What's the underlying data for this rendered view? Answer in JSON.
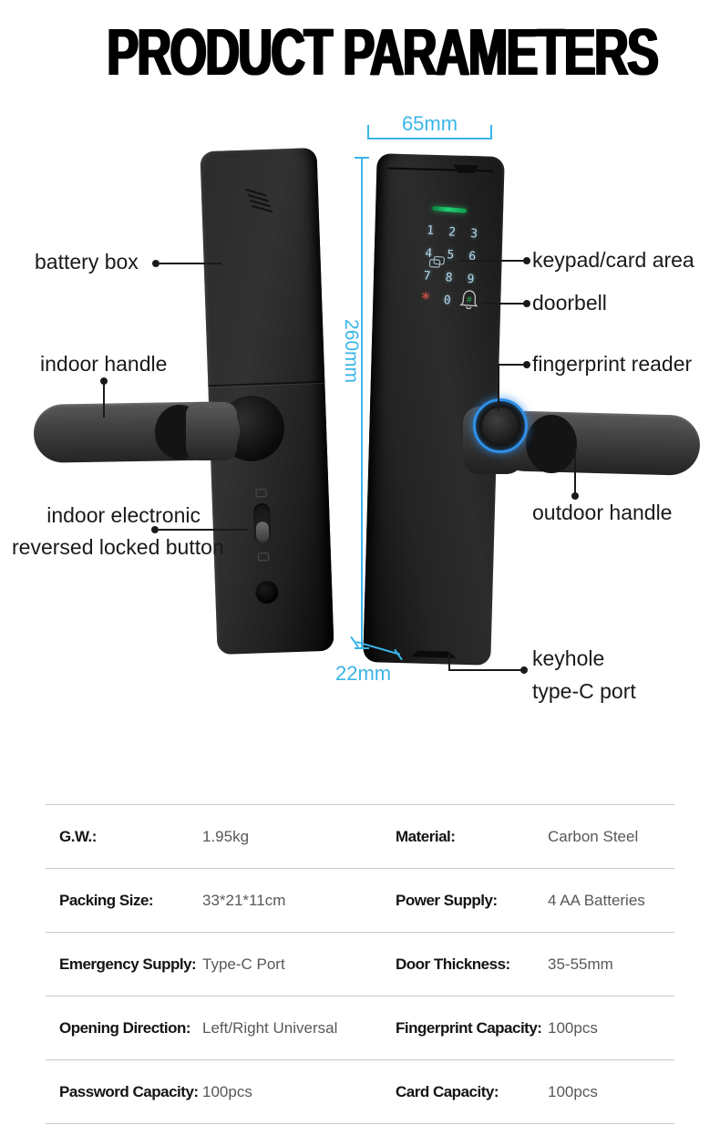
{
  "title": "PRODUCT PARAMETERS",
  "diagram": {
    "dim_width": "65mm",
    "dim_height": "260mm",
    "dim_depth": "22mm",
    "callouts": {
      "battery_box": "battery box",
      "indoor_handle": "indoor handle",
      "reversed_line1": "indoor electronic",
      "reversed_line2": "reversed locked button",
      "keypad_card": "keypad/card area",
      "doorbell": "doorbell",
      "fingerprint": "fingerprint reader",
      "outdoor_handle": "outdoor handle",
      "keyhole": "keyhole",
      "type_c": "type-C port"
    },
    "keypad": {
      "digits": [
        "1",
        "2",
        "3",
        "4",
        "5",
        "6",
        "7",
        "8",
        "9"
      ],
      "star": "*",
      "zero": "0",
      "bell_hash": "#"
    },
    "colors": {
      "dimension": "#3ab5e9",
      "led_green": "#23d276",
      "star_red": "#e2524a",
      "fingerprint_ring": "#2f8fe8"
    }
  },
  "table": {
    "rows": [
      {
        "c1": {
          "label": "G.W.:",
          "value": "1.95kg"
        },
        "c2": {
          "label": "Material:",
          "value": "Carbon Steel"
        }
      },
      {
        "c1": {
          "label": "Packing Size:",
          "value": "33*21*11cm"
        },
        "c2": {
          "label": "Power Supply:",
          "value": "4 AA Batteries"
        }
      },
      {
        "c1": {
          "label": "Emergency Supply:",
          "value": "Type-C Port"
        },
        "c2": {
          "label": "Door Thickness:",
          "value": "35-55mm"
        }
      },
      {
        "c1": {
          "label": "Opening Direction:",
          "value": "Left/Right Universal"
        },
        "c2": {
          "label": "Fingerprint Capacity:",
          "value": "100pcs"
        }
      },
      {
        "c1": {
          "label": "Password Capacity:",
          "value": "100pcs"
        },
        "c2": {
          "label": "Card Capacity:",
          "value": "100pcs"
        }
      }
    ]
  }
}
